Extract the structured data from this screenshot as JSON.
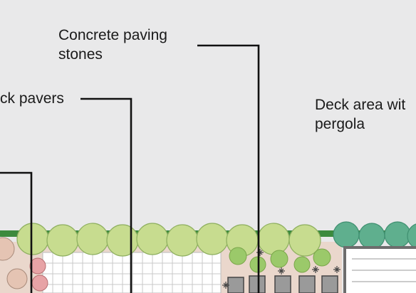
{
  "callouts": {
    "concrete_paving": {
      "line1": "Concrete paving",
      "line2": "stones"
    },
    "brick_pavers": {
      "line1": "ck pavers"
    },
    "deck_area": {
      "line1": "Deck area wit",
      "line2": "pergola"
    }
  },
  "colors": {
    "background": "#e9e9ea",
    "leader_line": "#111111",
    "shrub_light": "#c7dc8f",
    "shrub_medium": "#9bc96a",
    "shrub_teal": "#5faf8e",
    "hedge_band": "#3c8a3d",
    "paving_grid_fill": "#ffffff",
    "patio_fill": "#ead7cc",
    "pink_shrub": "#e7a3a6",
    "deck_frame": "#6d6d6d"
  }
}
